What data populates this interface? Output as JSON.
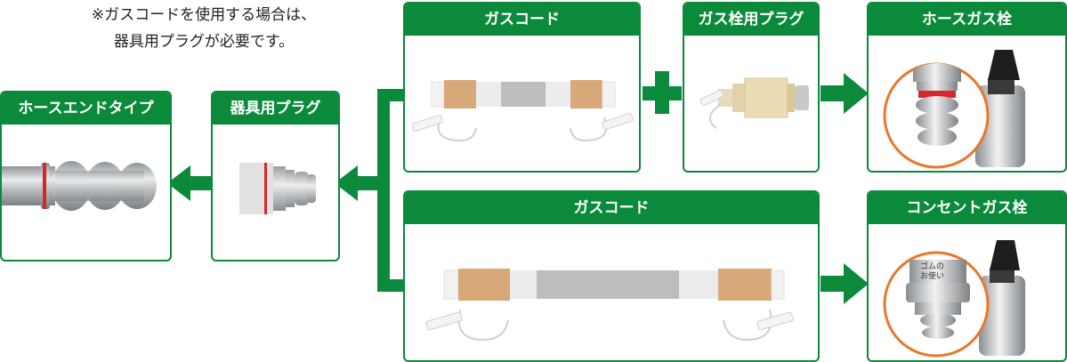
{
  "note": {
    "line1": "※ガスコードを使用する場合は、",
    "line2": "器具用プラグが必要です。"
  },
  "cards": {
    "hose_end": {
      "title": "ホースエンドタイプ"
    },
    "appliance_plug": {
      "title": "器具用プラグ"
    },
    "gas_cord_top": {
      "title": "ガスコード"
    },
    "gas_tap_plug": {
      "title": "ガス栓用プラグ"
    },
    "hose_gas_tap": {
      "title": "ホースガス栓"
    },
    "gas_cord_bottom": {
      "title": "ガスコード"
    },
    "outlet_gas_tap": {
      "title": "コンセントガス栓"
    }
  },
  "outlet_tap_label": {
    "line1": "ゴムの",
    "line2": "お使い"
  },
  "colors": {
    "green": "#0a8a3a",
    "orange_ring": "#e8782a",
    "red_ring": "#d8262a",
    "cord_tan": "#d9a878"
  }
}
